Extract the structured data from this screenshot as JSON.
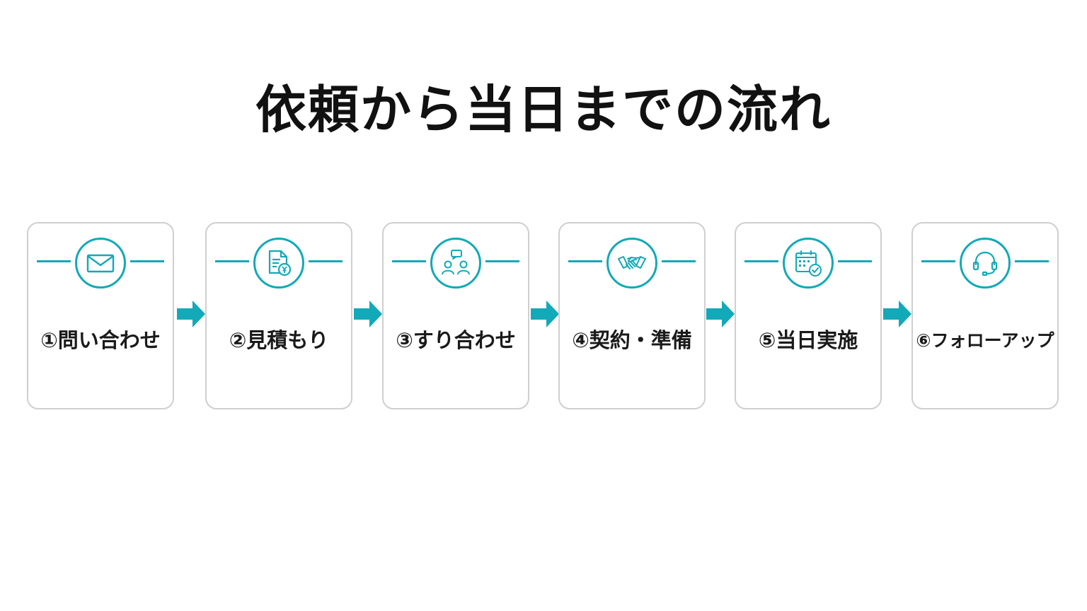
{
  "title": "依頼から当日までの流れ",
  "colors": {
    "accent": "#12a9b8",
    "border": "#cfcfcf",
    "text": "#1a1a1a"
  },
  "steps": [
    {
      "label": "①問い合わせ",
      "icon": "mail-icon"
    },
    {
      "label": "②見積もり",
      "icon": "document-yen-icon"
    },
    {
      "label": "③すり合わせ",
      "icon": "meeting-icon"
    },
    {
      "label": "④契約・準備",
      "icon": "handshake-icon"
    },
    {
      "label": "⑤当日実施",
      "icon": "calendar-check-icon"
    },
    {
      "label": "⑥フォローアップ",
      "icon": "headset-icon"
    }
  ]
}
